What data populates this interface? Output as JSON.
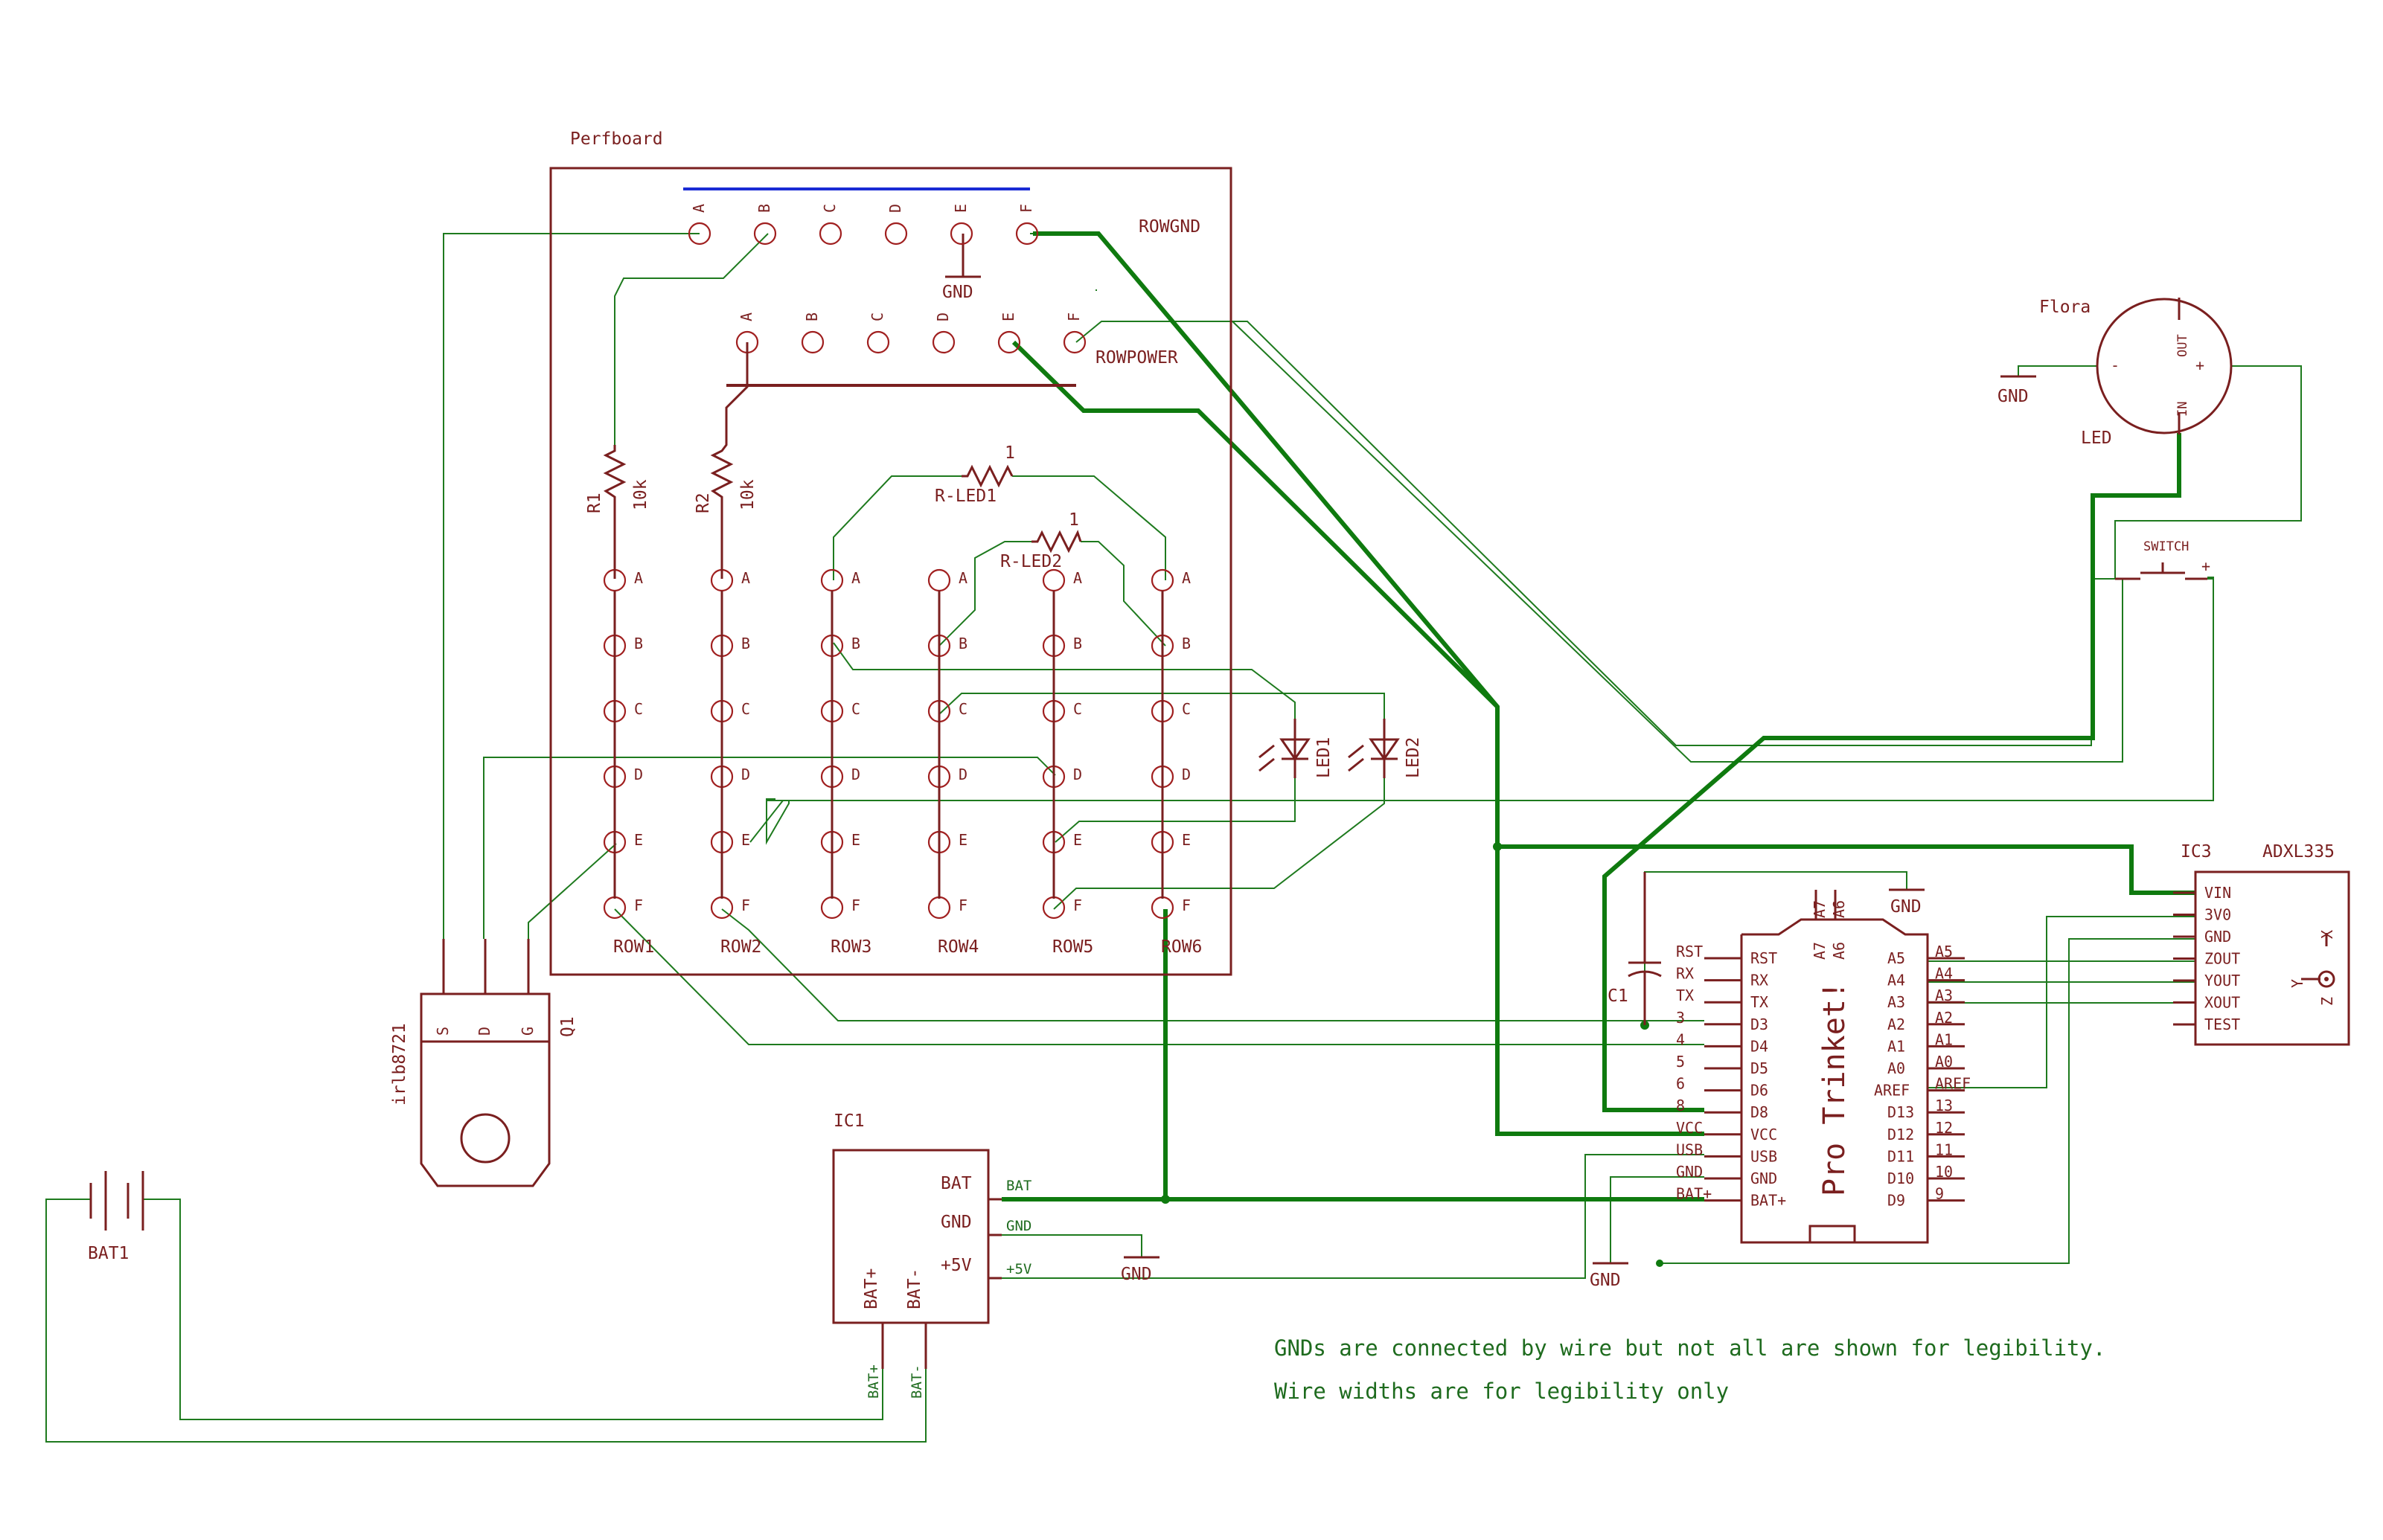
{
  "perfboard": {
    "title": "Perfboard",
    "cols": [
      "A",
      "B",
      "C",
      "D",
      "E",
      "F"
    ],
    "rowgnd_label": "ROWGND",
    "rowpower_label": "ROWPOWER",
    "gnd_label": "GND",
    "row_labels": [
      "ROW1",
      "ROW2",
      "ROW3",
      "ROW4",
      "ROW5",
      "ROW6"
    ]
  },
  "resistors": {
    "r1": {
      "name": "R1",
      "value": "10k"
    },
    "r2": {
      "name": "R2",
      "value": "10k"
    },
    "rled1": {
      "name": "R-LED1",
      "value": "1"
    },
    "rled2": {
      "name": "R-LED2",
      "value": "1"
    }
  },
  "leds": {
    "led1": "LED1",
    "led2": "LED2"
  },
  "flora": {
    "title": "Flora",
    "sub": "LED",
    "out": "OUT",
    "in": "IN",
    "minus": "-",
    "plus": "+",
    "gnd": "GND"
  },
  "switch": {
    "label": "SWITCH",
    "plus": "+"
  },
  "q1": {
    "name": "Q1",
    "part": "irlb8721",
    "pins": [
      "S",
      "D",
      "G"
    ]
  },
  "battery": {
    "name": "BAT1"
  },
  "ic1": {
    "name": "IC1",
    "pins_right": [
      "BAT",
      "GND",
      "+5V"
    ],
    "nets_right": [
      "BAT",
      "GND",
      "+5V"
    ],
    "pins_bottom": [
      "BAT+",
      "BAT-"
    ],
    "nets_bottom": [
      "BAT+",
      "BAT-"
    ],
    "gnd": "GND"
  },
  "ic2": {
    "name": "Pro Trinket!",
    "top_pins": [
      "A7",
      "A6"
    ],
    "left_pins": [
      "RST",
      "RX",
      "TX",
      "D3",
      "D4",
      "D5",
      "D6",
      "D8",
      "VCC",
      "USB",
      "GND",
      "BAT+"
    ],
    "left_nets": [
      "RST",
      "RX",
      "TX",
      "3",
      "4",
      "5",
      "6",
      "8",
      "VCC",
      "USB",
      "GND",
      "BAT+"
    ],
    "right_pins": [
      "A5",
      "A4",
      "A3",
      "A2",
      "A1",
      "A0",
      "AREF",
      "D13",
      "D12",
      "D11",
      "D10",
      "D9"
    ],
    "right_nets": [
      "A5",
      "A4",
      "A3",
      "A2",
      "A1",
      "A0",
      "AREF",
      "13",
      "12",
      "11",
      "10",
      "9"
    ],
    "top_gnd": "GND",
    "bottom_gnd": "GND"
  },
  "ic3": {
    "name": "IC3",
    "part": "ADXL335",
    "pins": [
      "VIN",
      "3V0",
      "GND",
      "ZOUT",
      "YOUT",
      "XOUT",
      "TEST"
    ],
    "axes": [
      "X",
      "Y",
      "Z"
    ]
  },
  "c1": {
    "name": "C1"
  },
  "notes": [
    "GNDs are connected by wire but not all are shown for legibility.",
    "Wire widths are for legibility only"
  ]
}
